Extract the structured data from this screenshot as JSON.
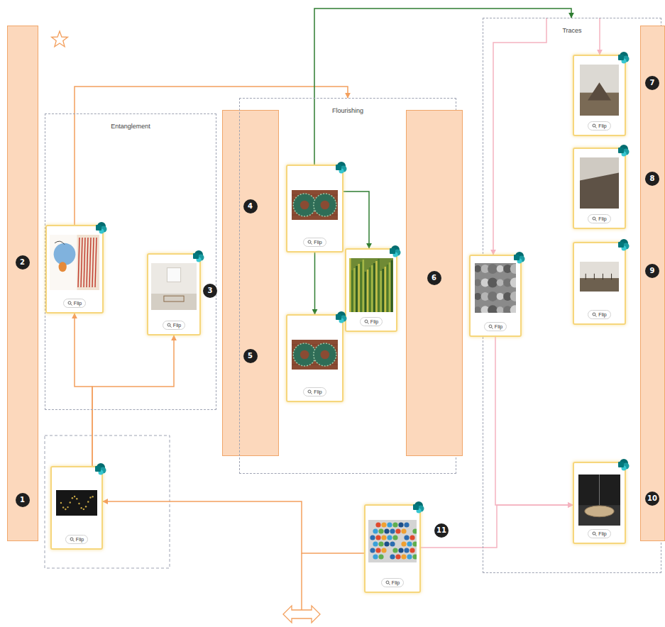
{
  "diagram": {
    "nodes": [
      {
        "text": [
          "2",
          "1"
        ]
      },
      {
        "text": [
          "Entanglement"
        ]
      },
      {
        "text": [
          "Flip"
        ],
        "in": 1
      },
      {
        "text": [
          "Flip"
        ],
        "in": 1
      },
      {
        "text": [
          "Flip"
        ]
      },
      {
        "text": [
          "4",
          "5"
        ]
      },
      {
        "text": [
          "Flourishing"
        ]
      },
      {
        "text": [
          "Flip"
        ],
        "in": 6
      },
      {
        "text": [
          "Flip"
        ],
        "in": 6
      },
      {
        "text": [
          "Flip"
        ],
        "in": 6
      },
      {
        "text": [
          "6"
        ]
      },
      {
        "text": [
          "Traces"
        ]
      },
      {
        "text": [
          "Flip"
        ],
        "in": 11
      },
      {
        "text": [
          "Flip"
        ],
        "in": 11
      },
      {
        "text": [
          "Flip"
        ],
        "in": 11
      },
      {
        "text": [
          "Flip"
        ]
      },
      {
        "text": [
          "Flip"
        ],
        "in": 11
      },
      {
        "text": [
          "7",
          "8",
          "9",
          "10"
        ]
      },
      {
        "text": [
          "Flip"
        ]
      }
    ],
    "edges": [
      {
        "from": 4,
        "to": 2,
        "arrow": "to"
      },
      {
        "from": 4,
        "to": 3,
        "arrow": "to"
      },
      {
        "from": 2,
        "to": 6,
        "arrow": "to"
      },
      {
        "from": 7,
        "to": 9,
        "arrow": "to"
      },
      {
        "from": 7,
        "to": 8,
        "arrow": "to"
      },
      {
        "from": 7,
        "to": 11,
        "arrow": "to"
      },
      {
        "from": 11,
        "to": 12,
        "arrow": "to"
      },
      {
        "from": 11,
        "to": 15,
        "arrow": "to"
      },
      {
        "from": 15,
        "to": 16,
        "arrow": "to"
      },
      {
        "from": 18,
        "to": 16,
        "arrow": "to"
      },
      {
        "from": 18,
        "to": 4,
        "arrow": "to"
      }
    ],
    "labels": [
      "3",
      "11"
    ]
  }
}
